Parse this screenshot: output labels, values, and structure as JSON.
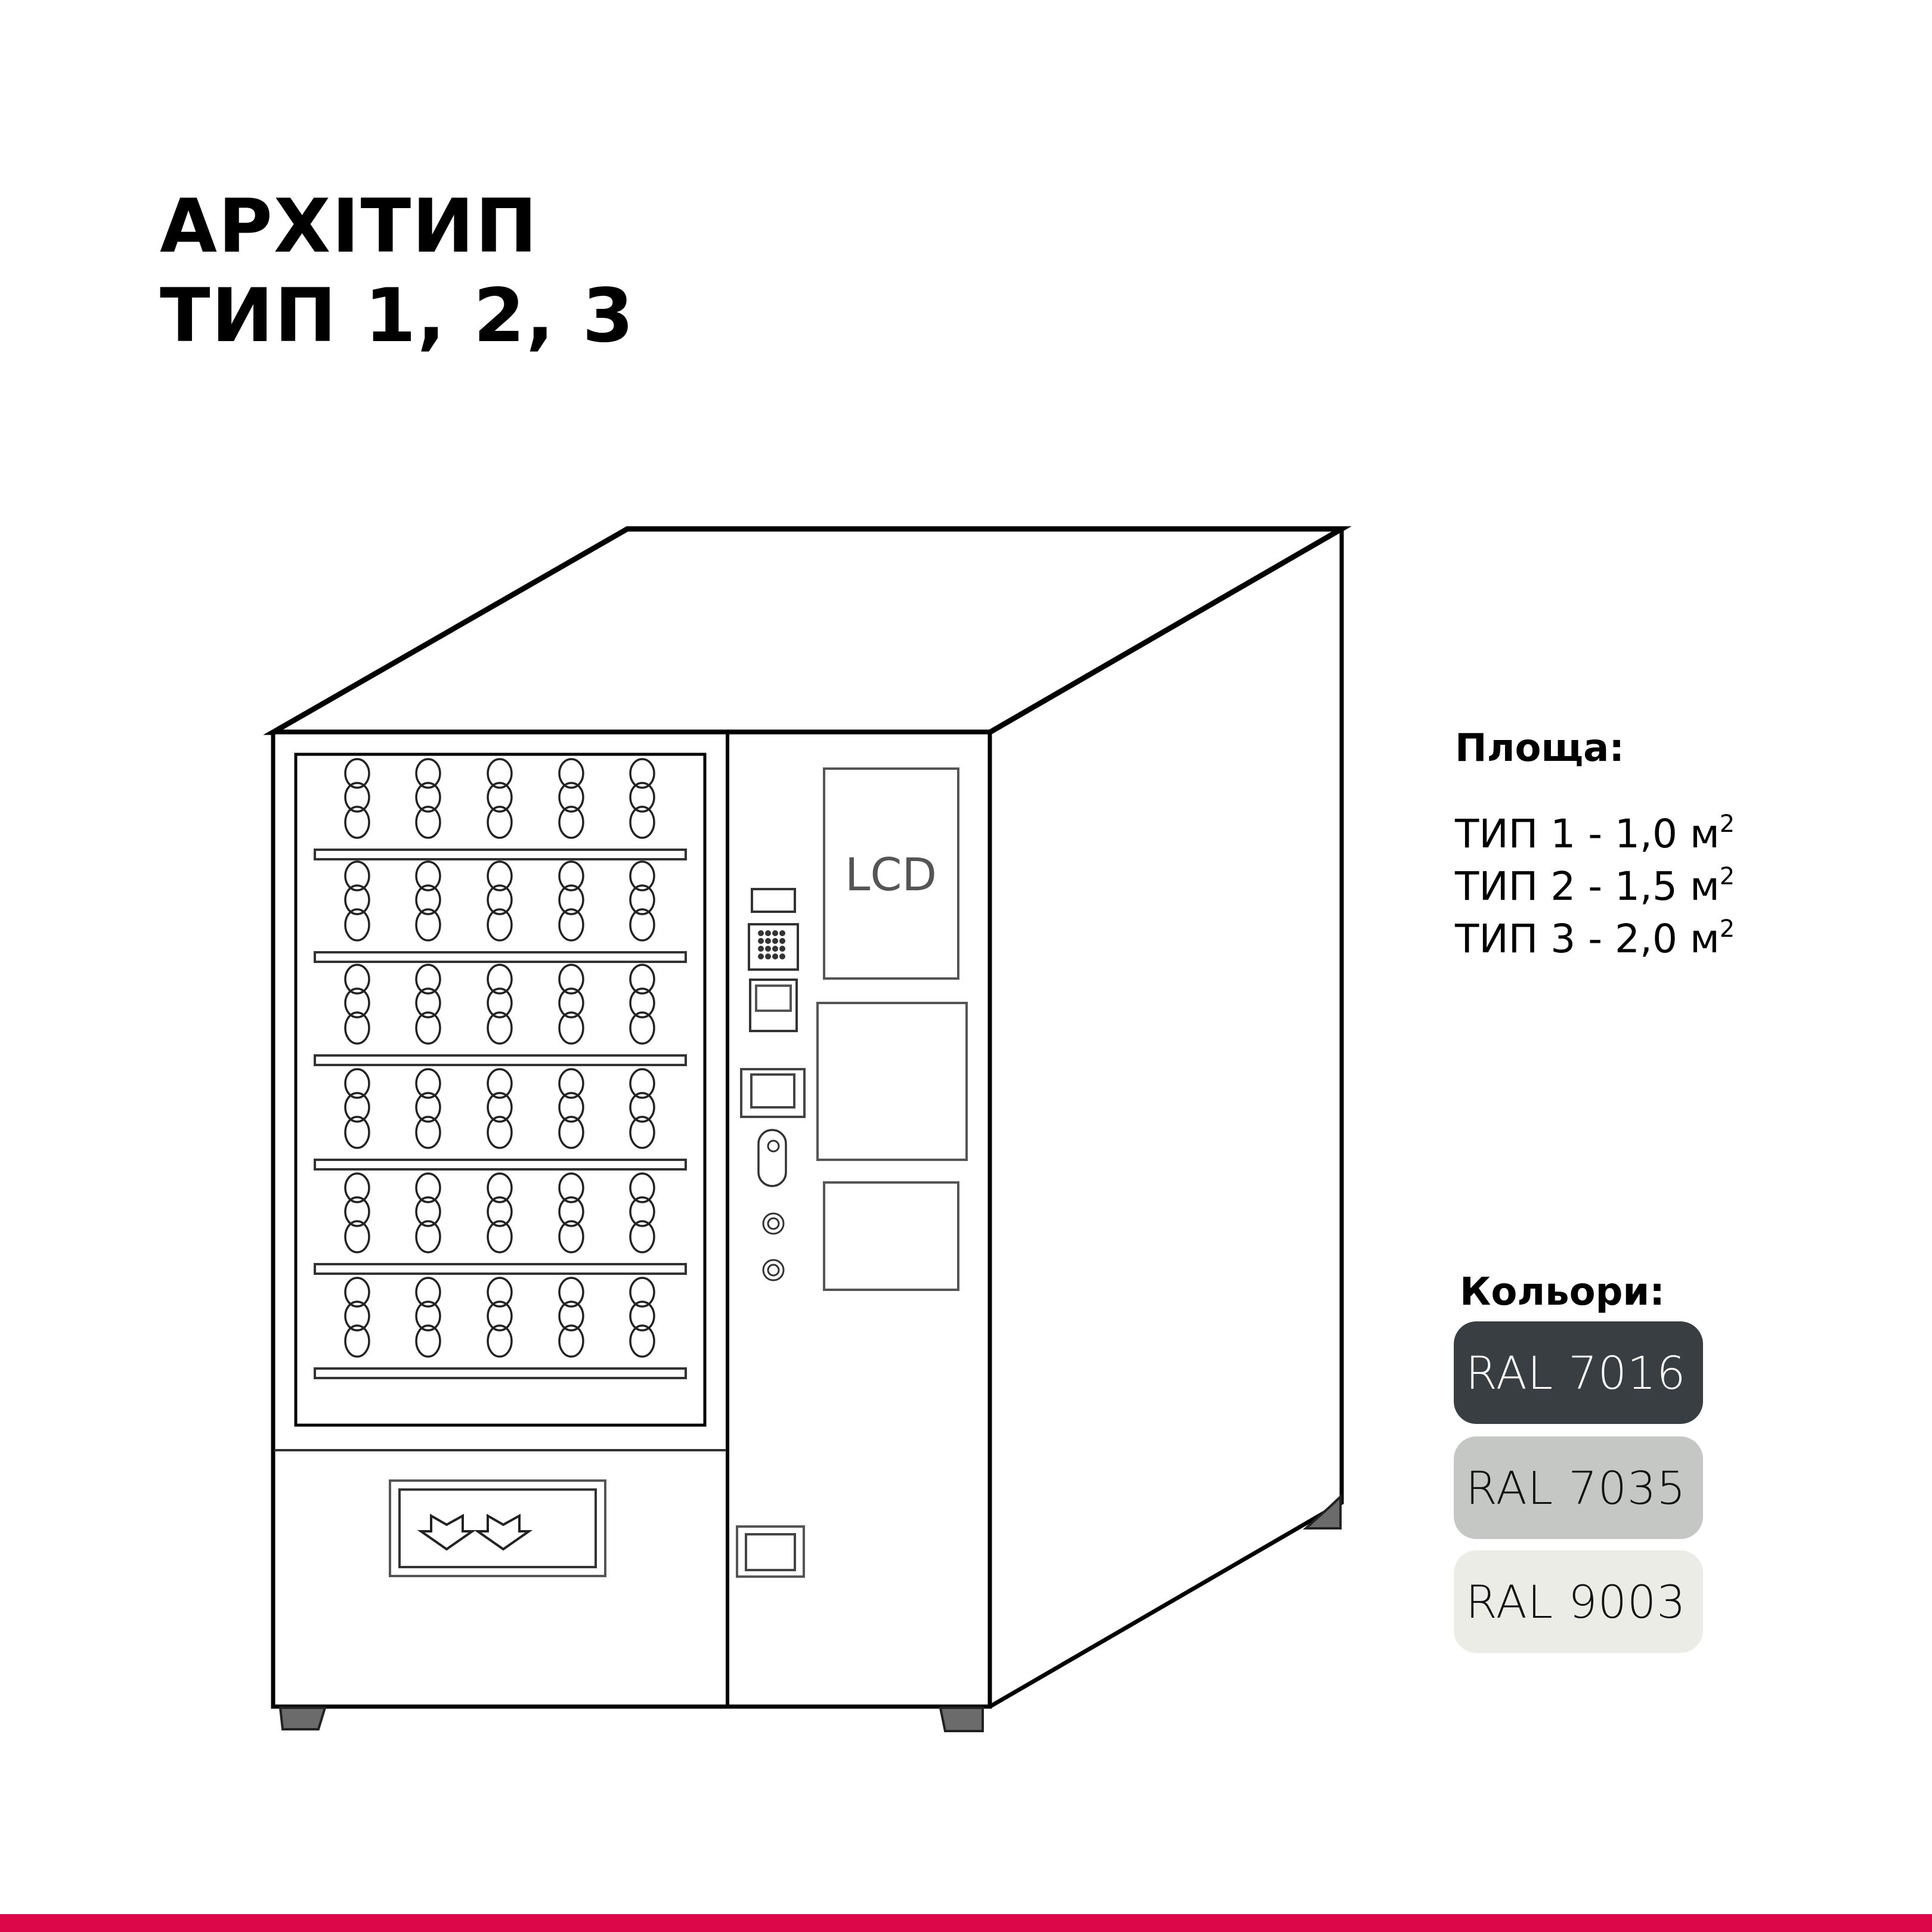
{
  "header": {
    "title_line1": "АРХІТИП",
    "title_line2": "ТИП 1, 2, 3"
  },
  "illustration": {
    "subject": "vending-machine",
    "lcd_label": "LCD",
    "shelves": 6,
    "spirals_per_shelf": 5,
    "stroke_color": "#000000",
    "foot_color": "#6b6b6b"
  },
  "area": {
    "label": "Площа:",
    "items": [
      {
        "text": "ТИП 1 - 1,0 м",
        "sup": "2"
      },
      {
        "text": "ТИП 2 - 1,5 м",
        "sup": "2"
      },
      {
        "text": "ТИП 3 - 2,0 м",
        "sup": "2"
      }
    ]
  },
  "colors": {
    "label": "Кольори:",
    "swatches": [
      {
        "label": "RAL 7016",
        "bg": "#383e42",
        "fg": "#ffffff"
      },
      {
        "label": "RAL 7035",
        "bg": "#c5c7c4",
        "fg": "#111111"
      },
      {
        "label": "RAL 9003",
        "bg": "#ecece7",
        "fg": "#111111"
      }
    ]
  },
  "footer": {
    "strip_color": "#dc0748"
  }
}
